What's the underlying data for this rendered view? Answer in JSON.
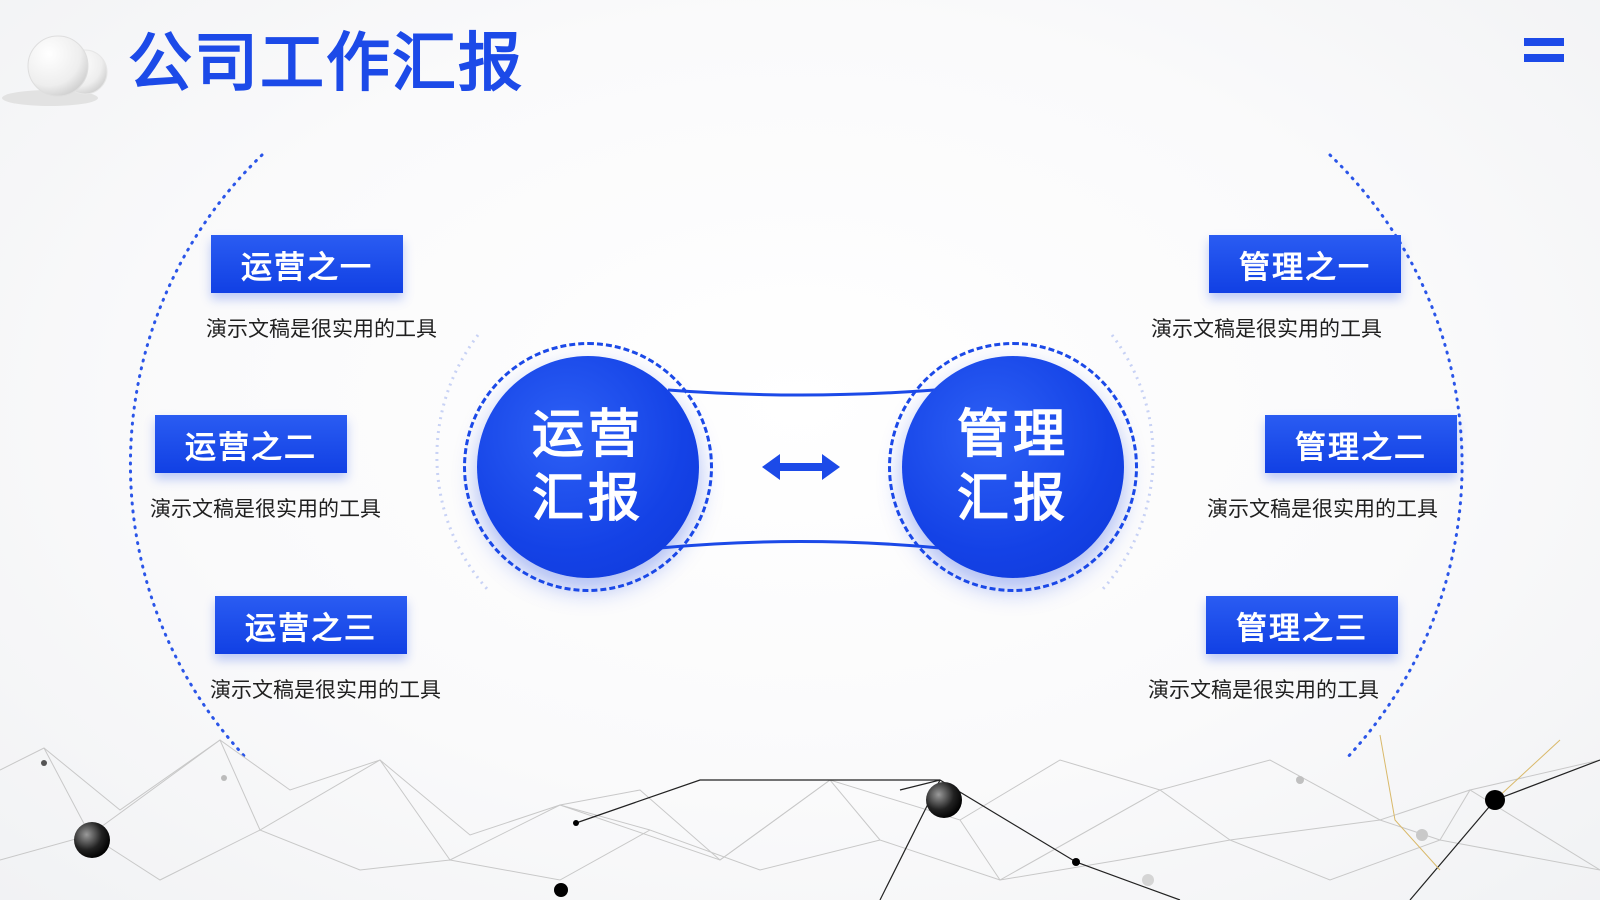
{
  "header": {
    "title": "公司工作汇报"
  },
  "hubs": {
    "left": {
      "line1": "运营",
      "line2": "汇报"
    },
    "right": {
      "line1": "管理",
      "line2": "汇报"
    }
  },
  "left_items": [
    {
      "label": "运营之一",
      "desc": "演示文稿是很实用的工具"
    },
    {
      "label": "运营之二",
      "desc": "演示文稿是很实用的工具"
    },
    {
      "label": "运营之三",
      "desc": "演示文稿是很实用的工具"
    }
  ],
  "right_items": [
    {
      "label": "管理之一",
      "desc": "演示文稿是很实用的工具"
    },
    {
      "label": "管理之二",
      "desc": "演示文稿是很实用的工具"
    },
    {
      "label": "管理之三",
      "desc": "演示文稿是很实用的工具"
    }
  ],
  "icons": {
    "menu": "menu-icon",
    "connector": "double-arrow-icon",
    "logo": "spheres-logo"
  },
  "colors": {
    "accent": "#1c4ae8",
    "text": "#1f1f1f",
    "background": "#fafafb"
  }
}
